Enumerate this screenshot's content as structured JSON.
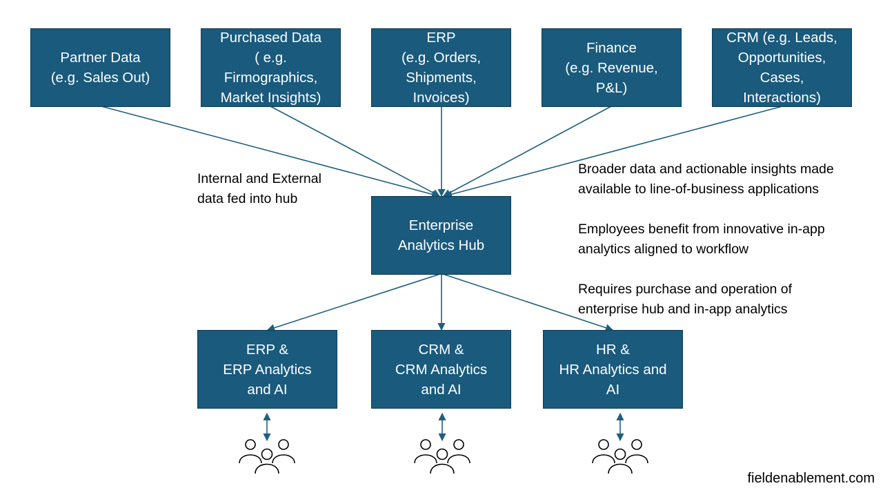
{
  "colors": {
    "box_fill": "#195a7d",
    "box_border": "#0f3b52",
    "connector": "#1f5f80",
    "text_on_box": "#ffffff"
  },
  "sources": [
    {
      "id": "partner",
      "label": "Partner Data\n(e.g. Sales Out)"
    },
    {
      "id": "purchased",
      "label": "Purchased Data\n( e.g.\nFirmographics,\nMarket Insights)"
    },
    {
      "id": "erp",
      "label": "ERP\n(e.g. Orders,\nShipments,\nInvoices)"
    },
    {
      "id": "finance",
      "label": "Finance\n(e.g. Revenue,\nP&L)"
    },
    {
      "id": "crm",
      "label": "CRM (e.g. Leads,\nOpportunities,\nCases,\nInteractions)"
    }
  ],
  "hub": {
    "label": "Enterprise\nAnalytics Hub"
  },
  "apps": [
    {
      "id": "erp-app",
      "label": "ERP &\nERP Analytics\nand AI"
    },
    {
      "id": "crm-app",
      "label": "CRM &\nCRM Analytics\nand AI"
    },
    {
      "id": "hr-app",
      "label": "HR &\nHR Analytics and\nAI"
    }
  ],
  "notes": {
    "left": "Internal and External\ndata fed into hub",
    "right": [
      "Broader data and actionable insights made\navailable to line-of-business applications",
      "Employees benefit from innovative in-app\nanalytics aligned to workflow",
      "Requires purchase and operation of\nenterprise hub and in-app analytics"
    ]
  },
  "icons": {
    "users": "people-group-icon",
    "link": "double-arrow-icon"
  },
  "footer": "fieldenablement.com"
}
